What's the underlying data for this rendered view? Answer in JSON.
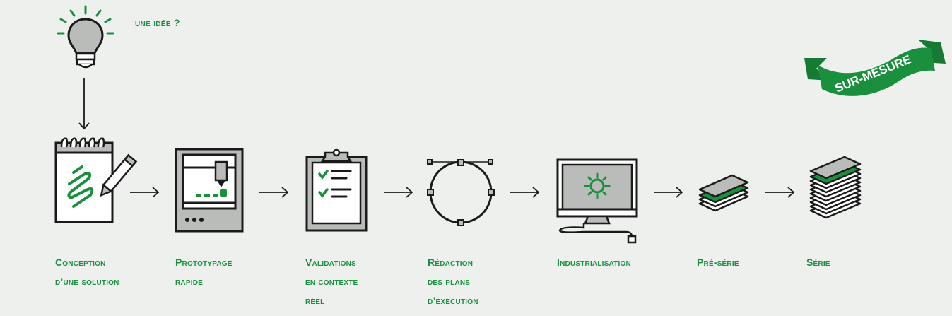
{
  "idea": {
    "label": "une idée ?"
  },
  "banner": {
    "text": "SUR-MESURE"
  },
  "steps": [
    {
      "lines": [
        "Conception",
        "d’une solution"
      ]
    },
    {
      "lines": [
        "Prototypage",
        "rapide"
      ]
    },
    {
      "lines": [
        "Validations",
        "en contexte",
        "réel"
      ]
    },
    {
      "lines": [
        "Rédaction",
        "des plans",
        "d’exécution"
      ]
    },
    {
      "lines": [
        "Industrialisation"
      ]
    },
    {
      "lines": [
        "Pré-série"
      ]
    },
    {
      "lines": [
        "Série"
      ]
    }
  ],
  "colors": {
    "accent": "#1a8f3e",
    "gray": "#b9bcb9",
    "ink": "#1a1a1a",
    "background": "#eef0ee"
  }
}
